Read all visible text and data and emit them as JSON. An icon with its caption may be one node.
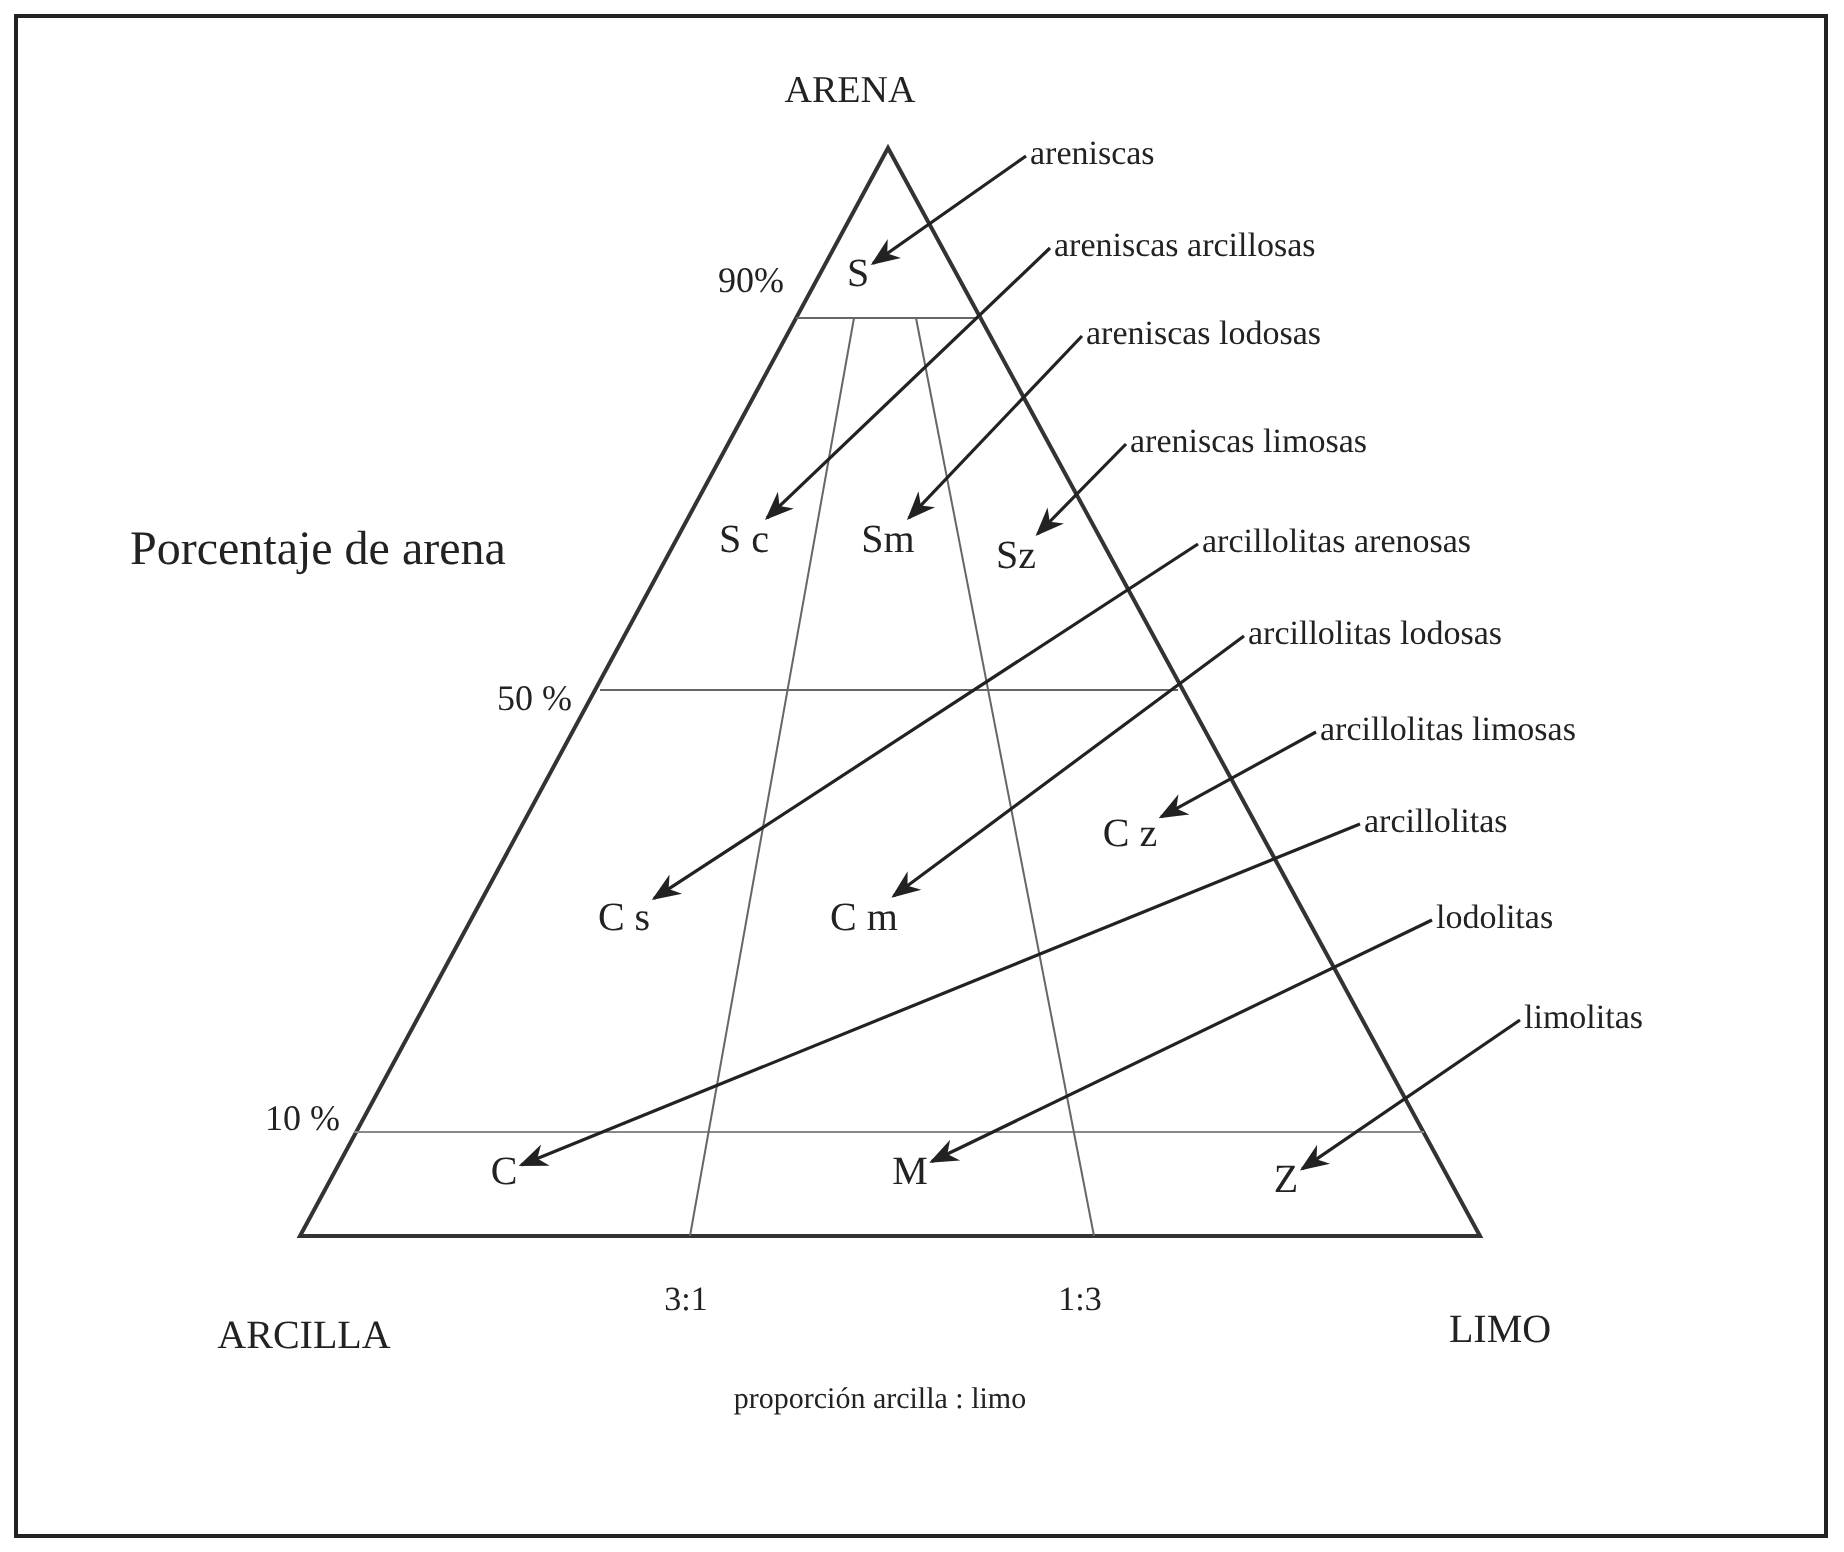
{
  "diagram": {
    "nodes": [
      {
        "text": [
          "areniscas"
        ]
      },
      {
        "text": [
          "areniscas arcillosas"
        ]
      },
      {
        "text": [
          "areniscas lodosas"
        ]
      },
      {
        "text": [
          "areniscas limosas"
        ]
      },
      {
        "text": [
          "arcillolitas arenosas"
        ]
      },
      {
        "text": [
          "arcillolitas lodosas"
        ]
      },
      {
        "text": [
          "arcillolitas limosas"
        ]
      },
      {
        "text": [
          "arcillolitas"
        ]
      },
      {
        "text": [
          "lodolitas"
        ]
      },
      {
        "text": [
          "limolitas"
        ]
      },
      {
        "text": [
          "S"
        ]
      },
      {
        "text": [
          "S c"
        ]
      },
      {
        "text": [
          "Sm"
        ]
      },
      {
        "text": [
          "Sz"
        ]
      },
      {
        "text": [
          "C s"
        ]
      },
      {
        "text": [
          "C m"
        ]
      },
      {
        "text": [
          "C z"
        ]
      },
      {
        "text": [
          "C"
        ]
      },
      {
        "text": [
          "M"
        ]
      },
      {
        "text": [
          "Z"
        ]
      }
    ],
    "edges": [
      {
        "from": 0,
        "to": 10,
        "arrow": "to"
      },
      {
        "from": 1,
        "to": 11,
        "arrow": "to"
      },
      {
        "from": 2,
        "to": 12,
        "arrow": "to"
      },
      {
        "from": 3,
        "to": 13,
        "arrow": "to"
      },
      {
        "from": 4,
        "to": 14,
        "arrow": "to"
      },
      {
        "from": 5,
        "to": 15,
        "arrow": "to"
      },
      {
        "from": 6,
        "to": 16,
        "arrow": "to"
      },
      {
        "from": 7,
        "to": 17,
        "arrow": "to"
      },
      {
        "from": 8,
        "to": 18,
        "arrow": "to"
      },
      {
        "from": 9,
        "to": 19,
        "arrow": "to"
      }
    ],
    "labels": [
      "ARENA",
      "90%",
      "Porcentaje de arena",
      "50 %",
      "10 %",
      "ARCILLA",
      "3:1",
      "1:3",
      "LIMO",
      "proporción arcilla : limo"
    ]
  }
}
